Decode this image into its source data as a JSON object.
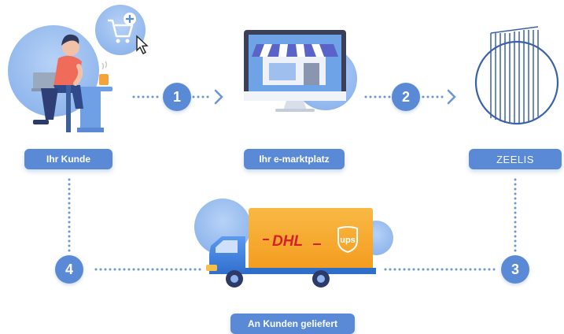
{
  "labels": {
    "customer": "Ihr Kunde",
    "marketplace": "Ihr e-marktplatz",
    "zeelis": "ZEELIS",
    "delivered": "An Kunden geliefert"
  },
  "steps": {
    "one": "1",
    "two": "2",
    "three": "3",
    "four": "4"
  },
  "truck": {
    "brand_dhl": "DHL",
    "brand_ups": "ups"
  },
  "colors": {
    "label_bg": "#5a8ad6",
    "step_bg": "#5a8ad6",
    "circle_bg": "#a9c8f3",
    "dotted_line": "#6a95d6",
    "truck_cargo": "#f8a92e",
    "truck_cab": "#3e7fd9"
  }
}
